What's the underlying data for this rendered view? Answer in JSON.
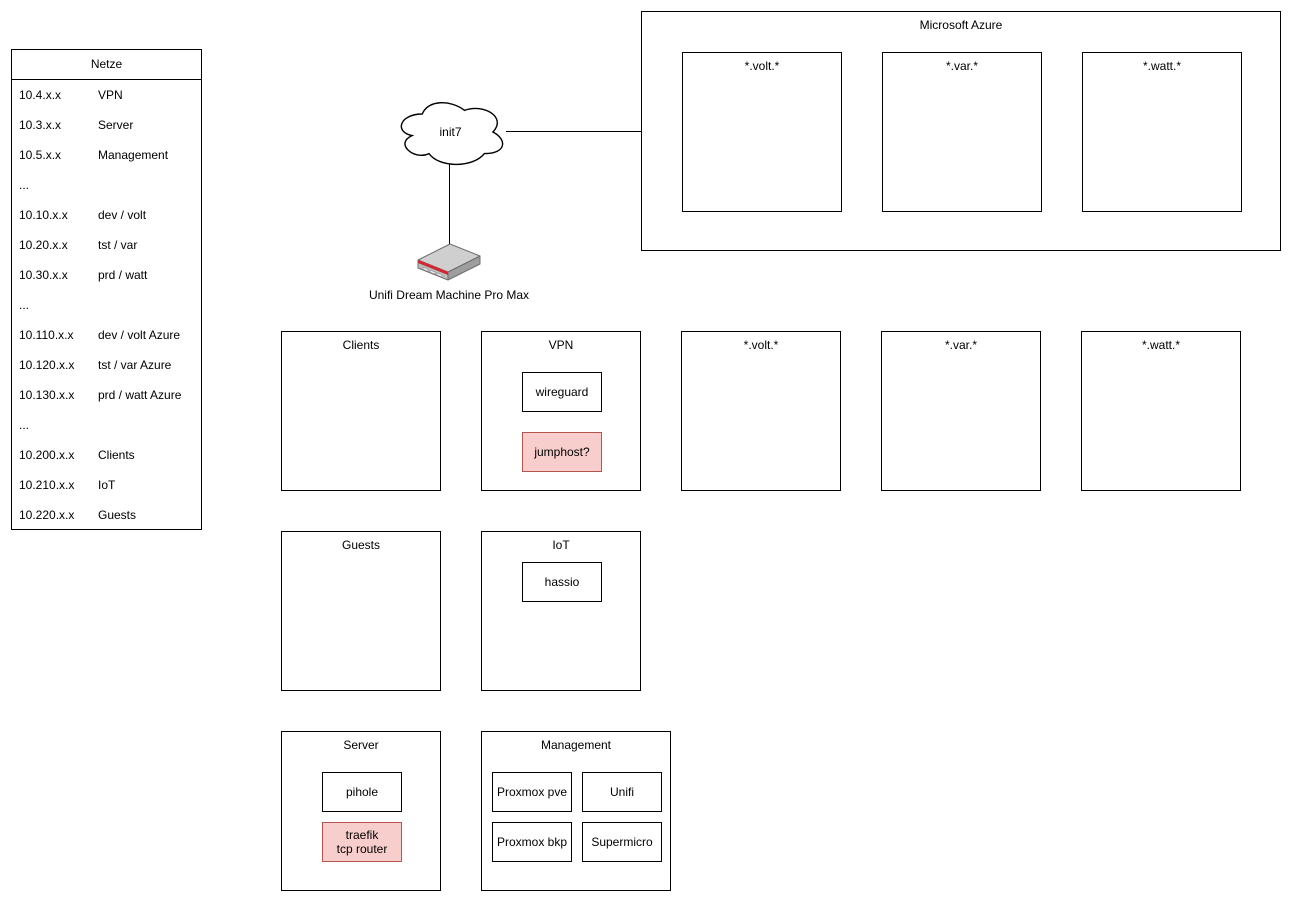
{
  "netze": {
    "title": "Netze",
    "rows": [
      {
        "ip": "10.4.x.x",
        "name": "VPN"
      },
      {
        "ip": "10.3.x.x",
        "name": "Server"
      },
      {
        "ip": "10.5.x.x",
        "name": "Management"
      },
      {
        "ip": "...",
        "name": ""
      },
      {
        "ip": "10.10.x.x",
        "name": "dev / volt"
      },
      {
        "ip": "10.20.x.x",
        "name": "tst / var"
      },
      {
        "ip": "10.30.x.x",
        "name": "prd / watt"
      },
      {
        "ip": "...",
        "name": ""
      },
      {
        "ip": "10.110.x.x",
        "name": "dev / volt Azure"
      },
      {
        "ip": "10.120.x.x",
        "name": "tst / var Azure"
      },
      {
        "ip": "10.130.x.x",
        "name": "prd / watt Azure"
      },
      {
        "ip": "...",
        "name": ""
      },
      {
        "ip": "10.200.x.x",
        "name": "Clients"
      },
      {
        "ip": "10.210.x.x",
        "name": "IoT"
      },
      {
        "ip": "10.220.x.x",
        "name": "Guests"
      }
    ]
  },
  "wan": {
    "cloud_label": "init7",
    "router_label": "Unifi Dream Machine Pro Max"
  },
  "azure": {
    "title": "Microsoft Azure",
    "boxes": [
      "*.volt.*",
      "*.var.*",
      "*.watt.*"
    ]
  },
  "networks": {
    "clients": {
      "title": "Clients"
    },
    "vpn": {
      "title": "VPN",
      "wireguard": "wireguard",
      "jumphost": "jumphost?"
    },
    "volt": {
      "title": "*.volt.*"
    },
    "var": {
      "title": "*.var.*"
    },
    "watt": {
      "title": "*.watt.*"
    },
    "guests": {
      "title": "Guests"
    },
    "iot": {
      "title": "IoT",
      "hassio": "hassio"
    },
    "server": {
      "title": "Server",
      "pihole": "pihole",
      "traefik": "traefik\ntcp router"
    },
    "management": {
      "title": "Management",
      "items": [
        "Proxmox pve",
        "Unifi",
        "Proxmox bkp",
        "Supermicro"
      ]
    }
  },
  "colors": {
    "highlight_fill": "#f8cecc",
    "highlight_stroke": "#b85450",
    "box_stroke": "#000000",
    "router_red": "#d9232e"
  }
}
